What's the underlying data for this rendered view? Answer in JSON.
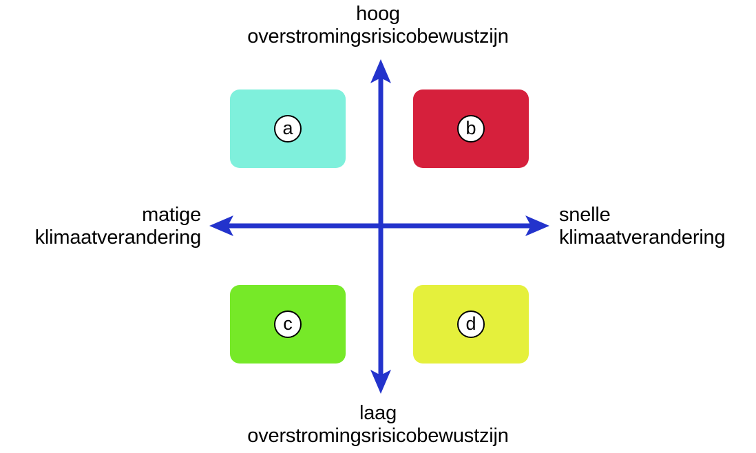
{
  "diagram": {
    "type": "two-by-two-quadrant-matrix",
    "background_color": "#ffffff",
    "axis_color": "#2333CC",
    "axes": {
      "vertical": {
        "name": "overstromingsrisicobewustzijn",
        "top_label": {
          "line1": "hoog",
          "line2": "overstromingsrisicobewustzijn"
        },
        "bottom_label": {
          "line1": "laag",
          "line2": "overstromingsrisicobewustzijn"
        }
      },
      "horizontal": {
        "name": "klimaatverandering",
        "left_label": {
          "line1": "matige",
          "line2": "klimaatverandering"
        },
        "right_label": {
          "line1": "snelle",
          "line2": "klimaatverandering"
        }
      }
    },
    "quadrants": [
      {
        "id": "a",
        "label": "a",
        "position": "top-left",
        "color": "#7FF0DC",
        "vertical_level": "hoog overstromingsrisicobewustzijn",
        "horizontal_level": "matige klimaatverandering"
      },
      {
        "id": "b",
        "label": "b",
        "position": "top-right",
        "color": "#D6203C",
        "vertical_level": "hoog overstromingsrisicobewustzijn",
        "horizontal_level": "snelle klimaatverandering"
      },
      {
        "id": "c",
        "label": "c",
        "position": "bottom-left",
        "color": "#76E928",
        "vertical_level": "laag overstromingsrisicobewustzijn",
        "horizontal_level": "matige klimaatverandering"
      },
      {
        "id": "d",
        "label": "d",
        "position": "bottom-right",
        "color": "#E5F03C",
        "vertical_level": "laag overstromingsrisicobewustzijn",
        "horizontal_level": "snelle klimaatverandering"
      }
    ]
  }
}
